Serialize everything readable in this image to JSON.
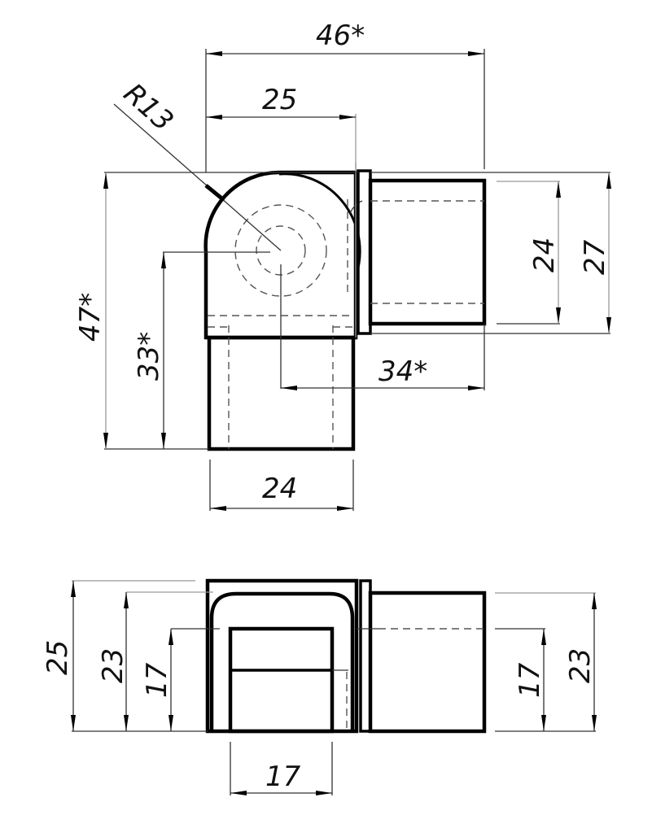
{
  "drawing": {
    "title": "Square tube 90-degree corner connector — technical drawing",
    "top_view": {
      "dimensions": {
        "overall_width": "46*",
        "body_width": "25",
        "radius": "R13",
        "overall_height": "47*",
        "center_to_bottom": "33*",
        "center_to_right": "34*",
        "bottom_tube_width": "24",
        "right_tube_inner_height": "24",
        "right_tube_outer_height": "27"
      }
    },
    "side_view": {
      "dimensions": {
        "overall_height": "25",
        "tube_height_left": "23",
        "inner_height_left": "17",
        "inner_width_bottom": "17",
        "inner_height_right": "17",
        "tube_height_right": "23"
      }
    },
    "colors": {
      "line": "#000000",
      "background": "#ffffff",
      "hidden_line": "#555555"
    }
  }
}
